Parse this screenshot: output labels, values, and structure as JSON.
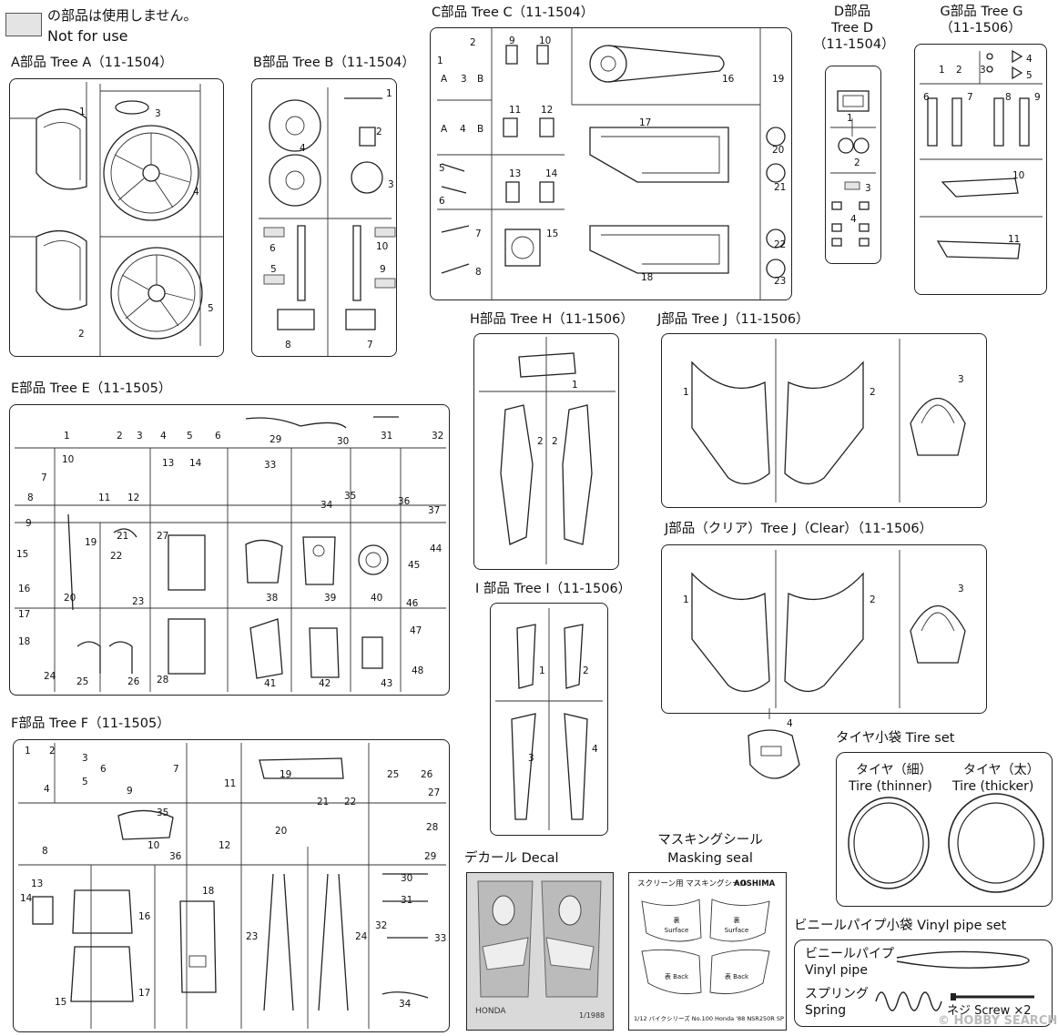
{
  "legend": {
    "line1": "の部品は使用しません。",
    "line2": "Not for use"
  },
  "trees": {
    "A": {
      "title": "A部品 Tree A（11-1504）",
      "parts": [
        "1",
        "2",
        "3",
        "4",
        "5"
      ]
    },
    "B": {
      "title": "B部品 Tree B（11-1504）",
      "parts": [
        "1",
        "2",
        "3",
        "4",
        "5",
        "6",
        "7",
        "8",
        "9",
        "10"
      ]
    },
    "C": {
      "title": "C部品 Tree C（11-1504）",
      "parts": [
        "1",
        "2",
        "3",
        "4",
        "5",
        "6",
        "7",
        "8",
        "9",
        "10",
        "11",
        "12",
        "13",
        "14",
        "15",
        "16",
        "17",
        "18",
        "19",
        "20",
        "21",
        "22",
        "23"
      ],
      "letters": [
        "A",
        "B",
        "A",
        "B"
      ]
    },
    "D": {
      "title1": "D部品",
      "title2": "Tree D",
      "title3": "（11-1504）",
      "parts": [
        "1",
        "2",
        "3",
        "4"
      ]
    },
    "G": {
      "title1": "G部品 Tree G",
      "title2": "（11-1506）",
      "parts": [
        "1",
        "2",
        "3",
        "4",
        "5",
        "6",
        "7",
        "8",
        "9",
        "10",
        "11"
      ]
    },
    "H": {
      "title": "H部品 Tree H（11-1506）",
      "parts": [
        "1",
        "2",
        "2"
      ]
    },
    "J": {
      "title": "J部品 Tree J（11-1506）",
      "parts": [
        "1",
        "2",
        "3"
      ]
    },
    "JC": {
      "title": "J部品（クリア）Tree J（Clear）（11-1506）",
      "parts": [
        "1",
        "2",
        "3",
        "4"
      ]
    },
    "I": {
      "title": "I 部品 Tree I（11-1506）",
      "parts": [
        "1",
        "2",
        "3",
        "4"
      ]
    },
    "E": {
      "title": "E部品 Tree E（11-1505）",
      "parts": [
        "1",
        "2",
        "3",
        "4",
        "5",
        "6",
        "7",
        "8",
        "9",
        "10",
        "11",
        "12",
        "13",
        "14",
        "15",
        "16",
        "17",
        "18",
        "19",
        "20",
        "21",
        "22",
        "23",
        "24",
        "25",
        "26",
        "27",
        "28",
        "29",
        "30",
        "31",
        "32",
        "33",
        "34",
        "35",
        "36",
        "37",
        "38",
        "39",
        "40",
        "41",
        "42",
        "43",
        "44",
        "45",
        "46",
        "47",
        "48"
      ]
    },
    "F": {
      "title": "F部品 Tree F（11-1505）",
      "parts": [
        "1",
        "2",
        "3",
        "4",
        "5",
        "6",
        "7",
        "8",
        "9",
        "10",
        "11",
        "12",
        "13",
        "14",
        "15",
        "16",
        "17",
        "18",
        "19",
        "20",
        "21",
        "22",
        "23",
        "24",
        "25",
        "26",
        "27",
        "28",
        "29",
        "30",
        "31",
        "32",
        "33",
        "34",
        "35",
        "36"
      ]
    }
  },
  "decal": {
    "title": "デカール Decal",
    "footer": "HONDA",
    "year": "1/1988"
  },
  "masking": {
    "title1": "マスキングシール",
    "title2": "Masking seal",
    "header": "スクリーン用 マスキングシール",
    "brand": "AOSHIMA",
    "labels": [
      "裏 Surface",
      "裏 Surface",
      "表 Back",
      "表 Back"
    ],
    "footer": "1/12 バイクシリーズ No.100  Honda '88 NSR250R SP"
  },
  "tire": {
    "title": "タイヤ小袋  Tire set",
    "thin_jp": "タイヤ（細）",
    "thin_en": "Tire (thinner)",
    "thick_jp": "タイヤ（太）",
    "thick_en": "Tire (thicker)"
  },
  "vinyl": {
    "title": "ビニールパイプ小袋  Vinyl pipe set",
    "pipe_jp": "ビニールパイプ",
    "pipe_en": "Vinyl pipe",
    "spring_jp": "スプリング",
    "spring_en": "Spring",
    "screw": "ネジ Screw ×2"
  },
  "watermark": "© HOBBY SEARCH"
}
